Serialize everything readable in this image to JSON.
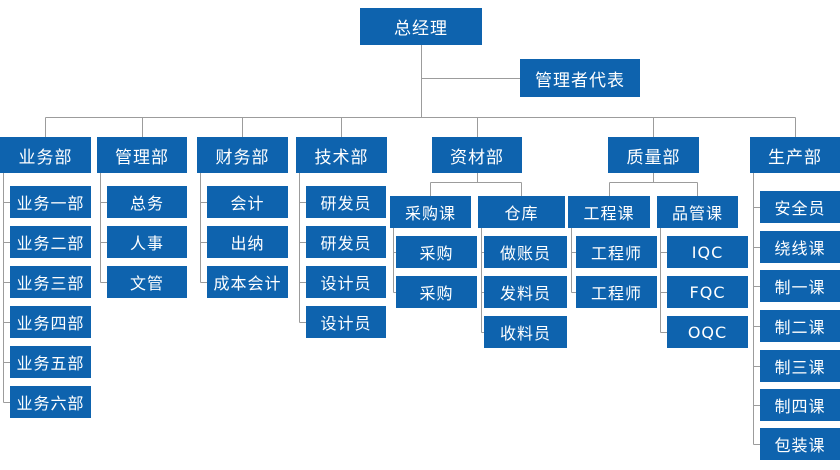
{
  "org": {
    "root": {
      "label": "总经理"
    },
    "staff": {
      "label": "管理者代表"
    },
    "departments": [
      {
        "label": "业务部",
        "children": [
          "业务一部",
          "业务二部",
          "业务三部",
          "业务四部",
          "业务五部",
          "业务六部"
        ]
      },
      {
        "label": "管理部",
        "children": [
          "总务",
          "人事",
          "文管"
        ]
      },
      {
        "label": "财务部",
        "children": [
          "会计",
          "出纳",
          "成本会计"
        ]
      },
      {
        "label": "技术部",
        "children": [
          "研发员",
          "研发员",
          "设计员",
          "设计员"
        ]
      },
      {
        "label": "资材部",
        "sections": [
          {
            "label": "采购课",
            "children": [
              "采购",
              "采购"
            ]
          },
          {
            "label": "仓库",
            "children": [
              "做账员",
              "发料员",
              "收料员"
            ]
          }
        ]
      },
      {
        "label": "质量部",
        "sections": [
          {
            "label": "工程课",
            "children": [
              "工程师",
              "工程师"
            ]
          },
          {
            "label": "品管课",
            "children": [
              "IQC",
              "FQC",
              "OQC"
            ]
          }
        ]
      },
      {
        "label": "生产部",
        "children": [
          "安全员",
          "绕线课",
          "制一课",
          "制二课",
          "制三课",
          "制四课",
          "包装课"
        ]
      }
    ]
  },
  "colors": {
    "node_fill": "#0e63ae",
    "node_text": "#ffffff",
    "connector": "#9c9c9c",
    "background": "#ffffff"
  }
}
